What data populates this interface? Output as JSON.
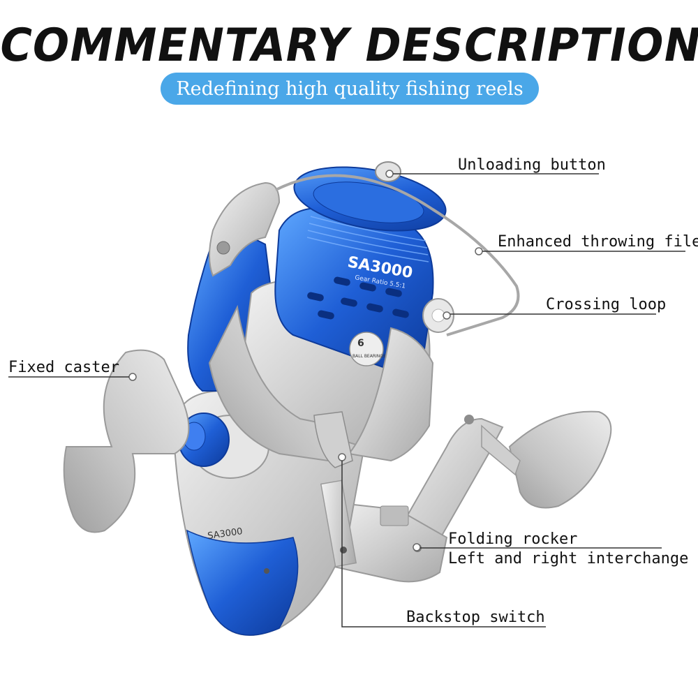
{
  "headline": "COMMENTARY DESCRIPTION",
  "subtitle": "Redefining high quality fishing reels",
  "colors": {
    "accent": "#4aa7e8",
    "reel_blue": "#1f5fd6",
    "reel_silver": "#d9d9d9",
    "text": "#111111"
  },
  "product": {
    "model_body": "SA3000",
    "model_spool": "SA3000",
    "gear_ratio": "Gear Ratio 5.5:1",
    "bearings_count": "6",
    "bearings_text": "BALL BEARINGS"
  },
  "callouts": {
    "unloading_button": "Unloading button",
    "enhanced_throwing_file": "Enhanced throwing file",
    "crossing_loop": "Crossing loop",
    "fixed_caster": "Fixed caster",
    "folding_rocker": "Folding rocker",
    "interchange": "Left and right interchange",
    "backstop_switch": "Backstop switch"
  }
}
